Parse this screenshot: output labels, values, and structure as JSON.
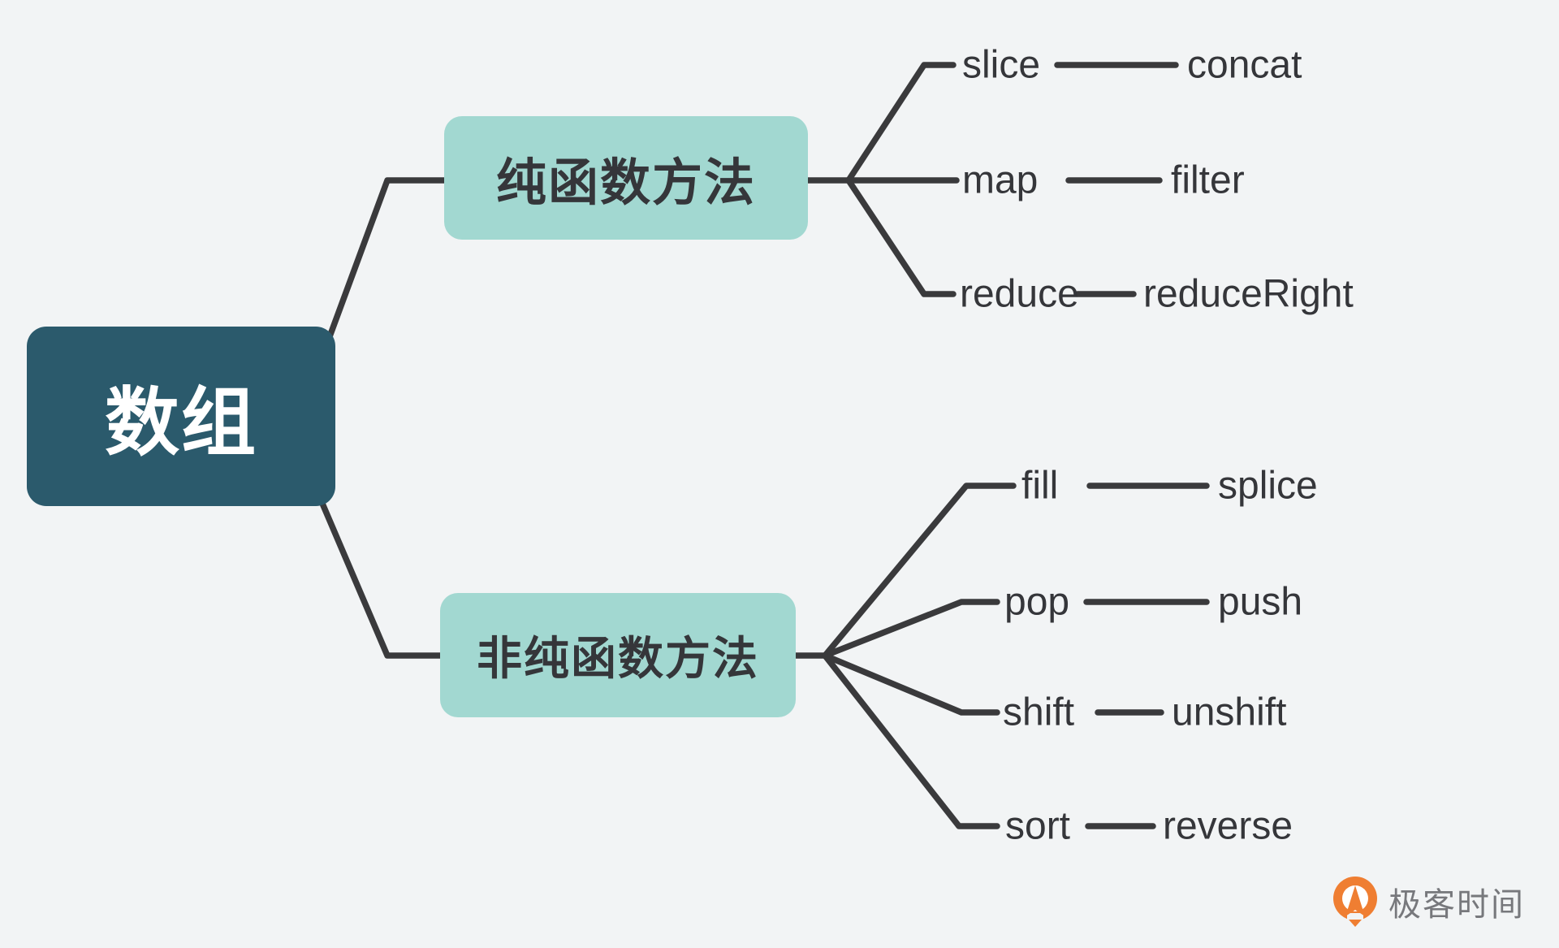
{
  "colors": {
    "background": "#F2F4F5",
    "root-box": "#2B5A6C",
    "branch-box": "#A2D8D1",
    "edge": "#3A3A3C",
    "text-dark": "#35363A",
    "root-text": "#FFFFFF",
    "logo-orange": "#EF7E32",
    "logo-gray": "#77787C"
  },
  "diagram": {
    "type": "mindmap",
    "root": {
      "label": "数组"
    },
    "branches": [
      {
        "label": "纯函数方法",
        "pairs": [
          {
            "left": "slice",
            "right": "concat"
          },
          {
            "left": "map",
            "right": "filter"
          },
          {
            "left": "reduce",
            "right": "reduceRight"
          }
        ]
      },
      {
        "label": "非纯函数方法",
        "pairs": [
          {
            "left": "fill",
            "right": "splice"
          },
          {
            "left": "pop",
            "right": "push"
          },
          {
            "left": "shift",
            "right": "unshift"
          },
          {
            "left": "sort",
            "right": "reverse"
          }
        ]
      }
    ]
  },
  "watermark": {
    "brand": "极客时间"
  }
}
